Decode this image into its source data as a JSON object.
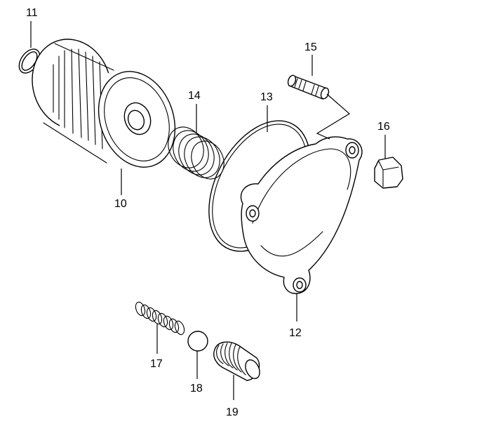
{
  "colors": {
    "line": "#000000",
    "background": "#ffffff"
  },
  "parts": [
    {
      "id": "filter",
      "label": "10"
    },
    {
      "id": "o-ring",
      "label": "11"
    },
    {
      "id": "cover",
      "label": "12"
    },
    {
      "id": "gasket",
      "label": "13"
    },
    {
      "id": "filter-spring",
      "label": "14"
    },
    {
      "id": "stud",
      "label": "15"
    },
    {
      "id": "cap-nut",
      "label": "16"
    },
    {
      "id": "relief-spring",
      "label": "17"
    },
    {
      "id": "ball",
      "label": "18"
    },
    {
      "id": "plug",
      "label": "19"
    }
  ]
}
